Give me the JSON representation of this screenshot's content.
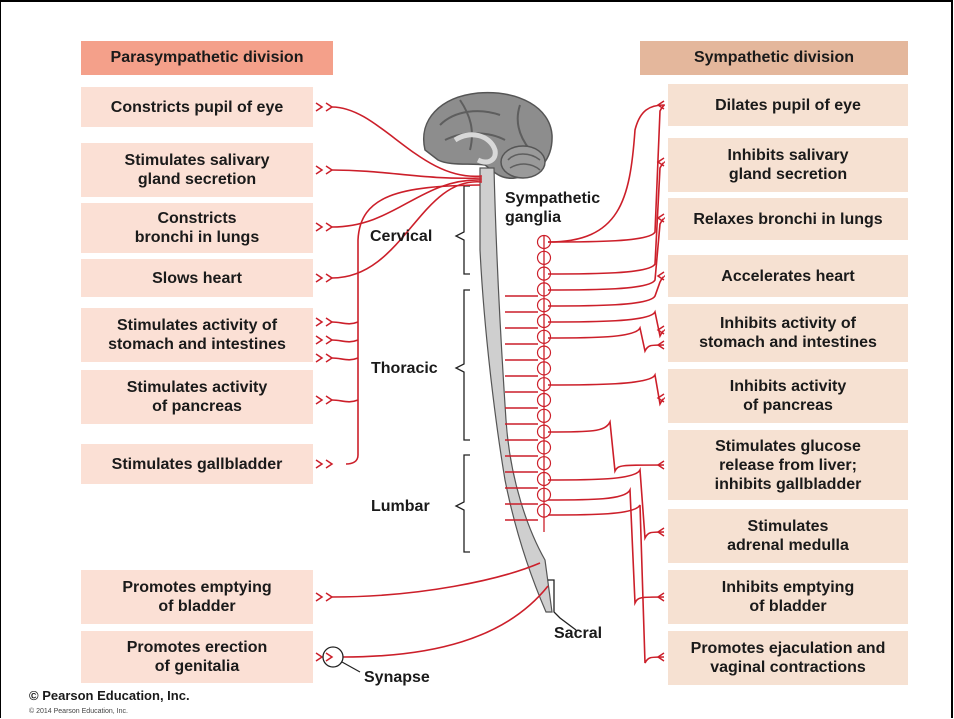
{
  "headers": {
    "parasympathetic": "Parasympathetic division",
    "sympathetic": "Sympathetic division"
  },
  "parasympathetic_effects": [
    "Constricts pupil of eye",
    "Stimulates salivary\ngland secretion",
    "Constricts\nbronchi in lungs",
    "Slows heart",
    "Stimulates activity of\nstomach and intestines",
    "Stimulates activity\nof pancreas",
    "Stimulates gallbladder",
    "Promotes emptying\nof bladder",
    "Promotes erection\nof genitalia"
  ],
  "sympathetic_effects": [
    "Dilates pupil of eye",
    "Inhibits salivary\ngland secretion",
    "Relaxes bronchi in lungs",
    "Accelerates heart",
    "Inhibits activity of\nstomach and intestines",
    "Inhibits activity\nof pancreas",
    "Stimulates glucose\nrelease from liver;\ninhibits gallbladder",
    "Stimulates\nadrenal medulla",
    "Inhibits emptying\nof bladder",
    "Promotes ejaculation and\nvaginal contractions"
  ],
  "labels": {
    "sympathetic_ganglia": "Sympathetic\nganglia",
    "cervical": "Cervical",
    "thoracic": "Thoracic",
    "lumbar": "Lumbar",
    "sacral": "Sacral",
    "synapse": "Synapse"
  },
  "footer": {
    "credit": "© Pearson Education, Inc.",
    "copyright": "© 2014 Pearson Education, Inc."
  },
  "colors": {
    "nerve": "#cc1f2a",
    "para_header": "#f4a08a",
    "symp_header": "#e4b79c",
    "para_box": "#fbe0d5",
    "symp_box": "#f6e1d2",
    "brain": "#8c8c8c",
    "spinal_cord": "#c8c8c8"
  }
}
